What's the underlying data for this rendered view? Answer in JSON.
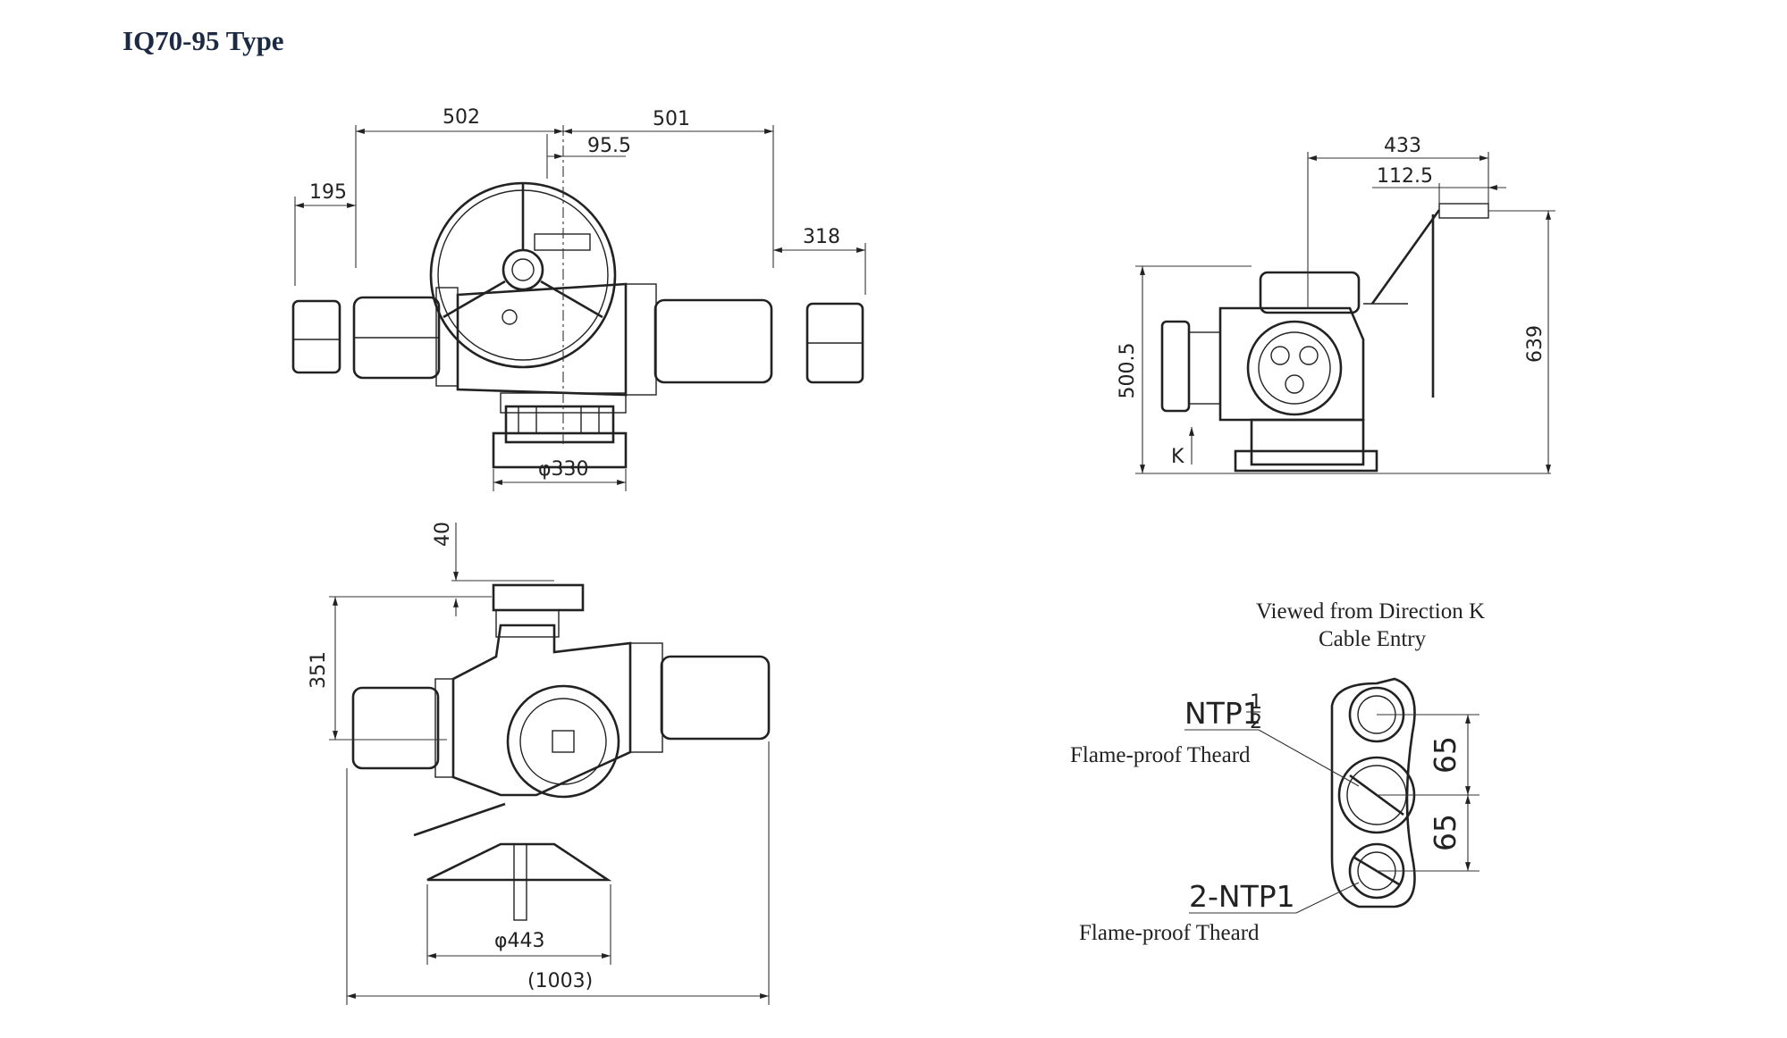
{
  "title": "IQ70-95 Type",
  "top_view": {
    "dim_left_gap": "502",
    "dim_right_gap": "501",
    "dim_offset": "95.5",
    "dim_left_motor": "195",
    "dim_right_motor": "318",
    "dim_flange": "φ330"
  },
  "side_view": {
    "dim_width": "433",
    "dim_handwheel_offset": "112.5",
    "dim_height_body": "500.5",
    "dim_height_total": "639",
    "direction_label": "K"
  },
  "plan_view": {
    "dim_top": "40",
    "dim_height": "351",
    "dim_base": "φ443",
    "dim_overall": "(1003)"
  },
  "cable_entry": {
    "caption_line1": "Viewed from Direction K",
    "caption_line2": "Cable Entry",
    "label_top": "NTP1",
    "label_top_fraction_num": "1",
    "label_top_fraction_den": "2",
    "label_top_note": "Flame-proof Theard",
    "label_bottom": "2-NTP1",
    "label_bottom_note": "Flame-proof Theard",
    "dim_pitch_upper": "65",
    "dim_pitch_lower": "65"
  }
}
